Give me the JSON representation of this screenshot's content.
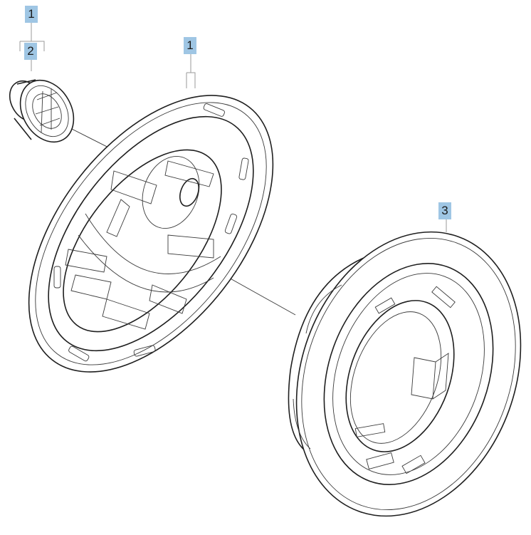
{
  "callouts": {
    "top": "1",
    "two": "2",
    "one": "1",
    "three": "3"
  },
  "colors": {
    "callout_bg": "#9fc6e4",
    "line": "#1f1f1f",
    "background": "#ffffff"
  }
}
